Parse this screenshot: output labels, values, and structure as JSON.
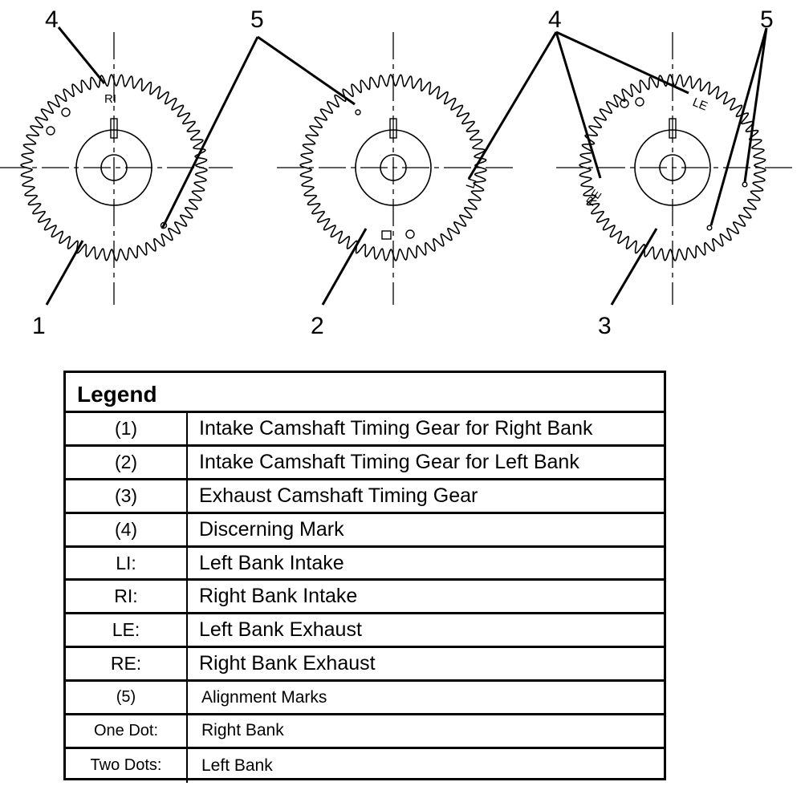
{
  "figure": {
    "callouts": {
      "gear1": "1",
      "gear2": "2",
      "gear3": "3",
      "mark_left": "4",
      "mark_right": "4",
      "align_left": "5",
      "align_right": "5"
    },
    "gear_marks": {
      "gear1": "RI",
      "gear2": "LI",
      "gear3_left": "RE",
      "gear3_right": "LE"
    }
  },
  "legend": {
    "title": "Legend",
    "rows": [
      {
        "key": "(1)",
        "desc": "Intake Camshaft Timing Gear for Right Bank"
      },
      {
        "key": "(2)",
        "desc": "Intake Camshaft Timing Gear for Left Bank"
      },
      {
        "key": "(3)",
        "desc": "Exhaust Camshaft Timing Gear"
      },
      {
        "key": "(4)",
        "desc": "Discerning Mark"
      },
      {
        "key": "LI:",
        "desc": "Left Bank Intake"
      },
      {
        "key": "RI:",
        "desc": "Right Bank Intake"
      },
      {
        "key": "LE:",
        "desc": "Left Bank Exhaust"
      },
      {
        "key": "RE:",
        "desc": "Right Bank Exhaust"
      },
      {
        "key": "(5)",
        "desc": "Alignment Marks"
      },
      {
        "key": "One Dot:",
        "desc": "Right Bank"
      },
      {
        "key": "Two Dots:",
        "desc": "Left Bank"
      }
    ]
  }
}
